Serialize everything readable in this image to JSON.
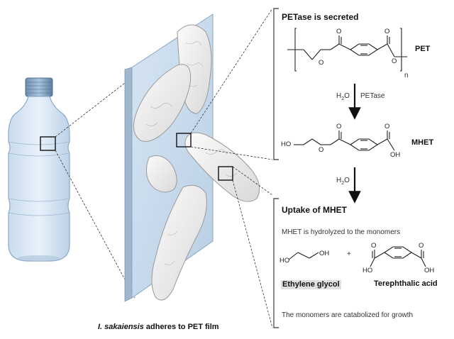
{
  "caption": {
    "species": "I. sakaiensis",
    "rest": " adheres to PET film"
  },
  "step1": {
    "title": "PETase is secreted",
    "pet_label": "PET",
    "subscript_n": "n"
  },
  "arrow1": {
    "h2o": "H",
    "h2o_sub": "2",
    "h2o_o": "O",
    "enzyme": "PETase"
  },
  "mhet": {
    "label": "MHET",
    "ho": "HO",
    "oh": "OH"
  },
  "arrow2": {
    "h2o": "H",
    "h2o_sub": "2",
    "h2o_o": "O"
  },
  "step2": {
    "title": "Uptake of MHET",
    "subtitle": "MHET is hydrolyzed to the monomers",
    "plus": "+",
    "eg_label": "Ethylene glycol",
    "eg_ho": "HO",
    "eg_oh": "OH",
    "tpa_label": "Terephthalic acid",
    "tpa_ho": "HO",
    "tpa_oh": "OH",
    "footer": "The monomers are catabolized for growth"
  },
  "atoms": {
    "o": "O"
  }
}
